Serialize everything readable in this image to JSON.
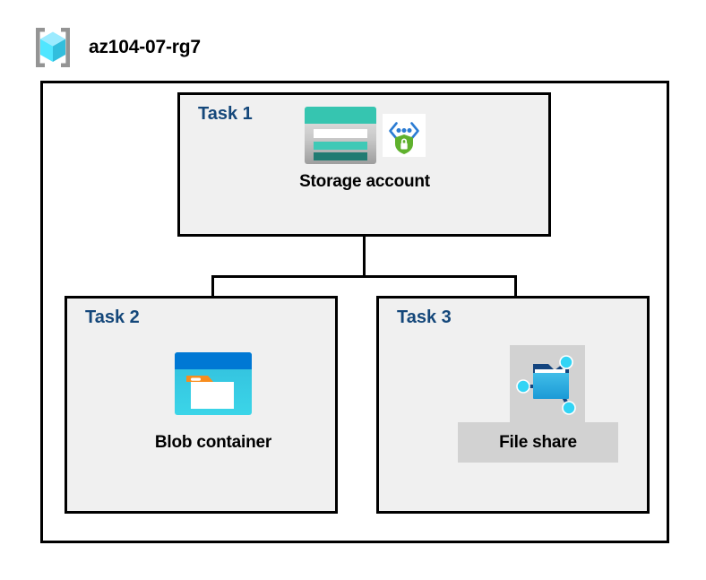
{
  "resource_group": {
    "name": "az104-07-rg7",
    "icon": "resource-group-cube-icon"
  },
  "tasks": [
    {
      "id": "task-1",
      "label": "Task 1",
      "node": {
        "caption": "Storage account",
        "icons": [
          "storage-account-icon",
          "secure-endpoint-shield-icon"
        ],
        "highlighted": false
      }
    },
    {
      "id": "task-2",
      "label": "Task 2",
      "node": {
        "caption": "Blob container",
        "icons": [
          "blob-container-icon"
        ],
        "highlighted": false
      }
    },
    {
      "id": "task-3",
      "label": "Task 3",
      "node": {
        "caption": "File share",
        "icons": [
          "file-share-icon"
        ],
        "highlighted": true
      }
    }
  ],
  "connectors": [
    {
      "from": "Storage account",
      "to": "Blob container"
    },
    {
      "from": "Storage account",
      "to": "File share"
    }
  ],
  "colors": {
    "task_label": "#14477a",
    "task_box_fill": "#f0f0f0",
    "outline": "#000000",
    "highlight_plate": "#d2d2d2",
    "storage_teal": "#36c5b0",
    "storage_teal_dark": "#217b72",
    "blob_blue": "#0078d4",
    "blob_cyan": "#32bedd",
    "blob_orange": "#f78d1e",
    "shield_green": "#5fb12d",
    "cube_cyan": "#32bedd",
    "cube_light": "#9cebff",
    "bracket_gray": "#949494"
  }
}
